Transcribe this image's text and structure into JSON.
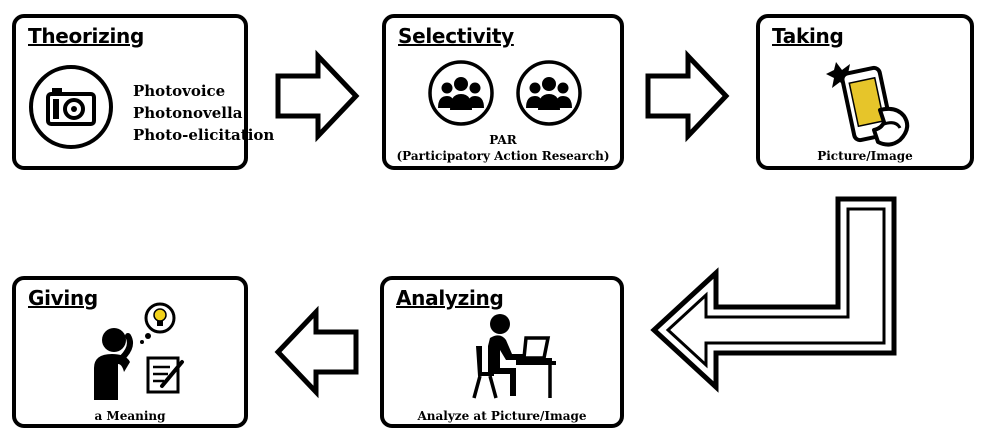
{
  "boxes": {
    "theorizing": {
      "title": "Theorizing",
      "items": [
        "Photovoice",
        "Photonovella",
        "Photo-elicitation"
      ]
    },
    "selectivity": {
      "title": "Selectivity",
      "caption_line1": "PAR",
      "caption_line2": "(Participatory Action Research)"
    },
    "taking": {
      "title": "Taking",
      "caption": "Picture/Image"
    },
    "analyzing": {
      "title": "Analyzing",
      "caption": "Analyze at Picture/Image"
    },
    "giving": {
      "title": "Giving",
      "caption": "a Meaning"
    }
  },
  "icons": {
    "theorizing": "camera-icon",
    "selectivity": "group-people-icon",
    "taking": "smartphone-photo-icon",
    "analyzing": "person-at-laptop-icon",
    "giving": "thinking-person-icon"
  },
  "colors": {
    "stroke": "#000000",
    "background": "#ffffff",
    "bulb": "#f2d21b"
  }
}
